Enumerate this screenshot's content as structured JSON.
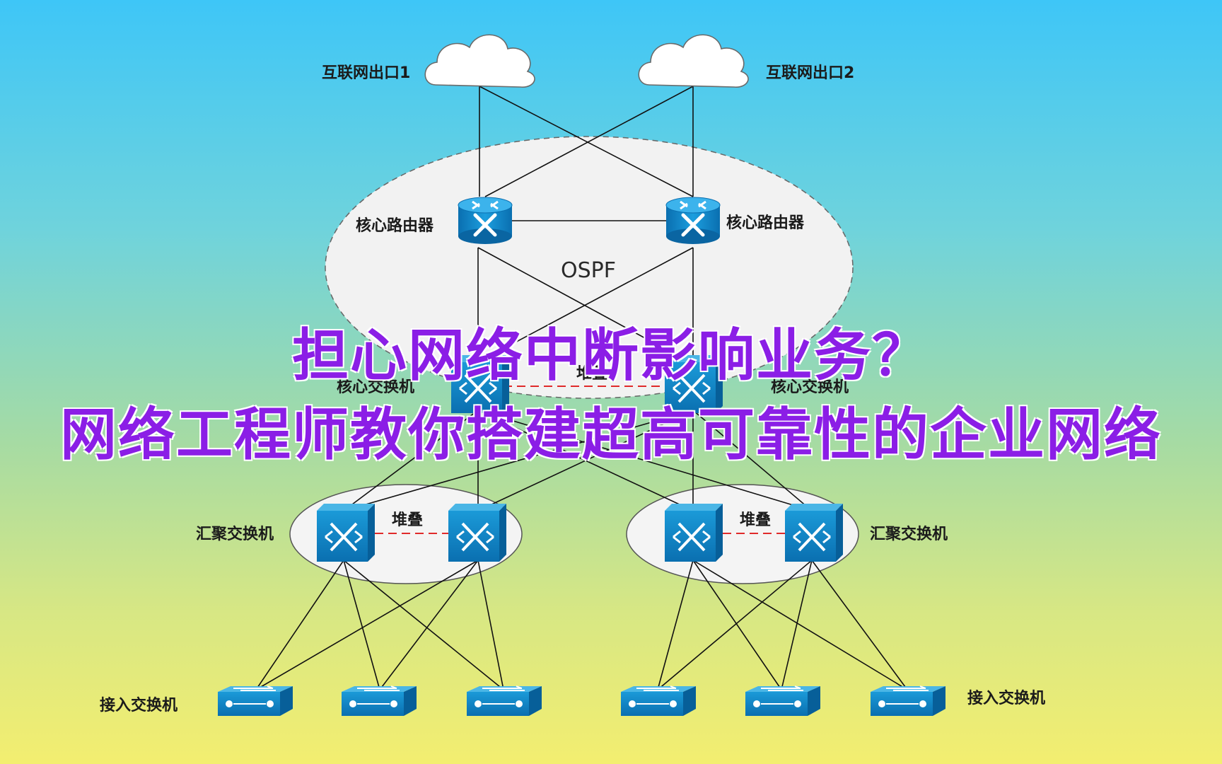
{
  "labels": {
    "internet_exit_1": "互联网出口1",
    "internet_exit_2": "互联网出口2",
    "core_router_left": "核心路由器",
    "core_router_right": "核心路由器",
    "ospf": "OSPF",
    "core_switch_left": "核心交换机",
    "core_switch_right": "核心交换机",
    "core_stack": "堆叠",
    "agg_switch_left": "汇聚交换机",
    "agg_switch_right": "汇聚交换机",
    "agg_stack_left": "堆叠",
    "agg_stack_right": "堆叠",
    "access_switch_left": "接入交换机",
    "access_switch_right": "接入交换机"
  },
  "headline": {
    "line1": "担心网络中断影响业务？",
    "line2": "网络工程师教你搭建超高可靠性的企业网络"
  },
  "colors": {
    "headline": "#8b1ee6",
    "device_blue": "#0b7fc4",
    "stack_link": "#e02a2a"
  },
  "icons": [
    "cloud-icon",
    "router-icon",
    "switch-icon",
    "access-switch-icon"
  ]
}
